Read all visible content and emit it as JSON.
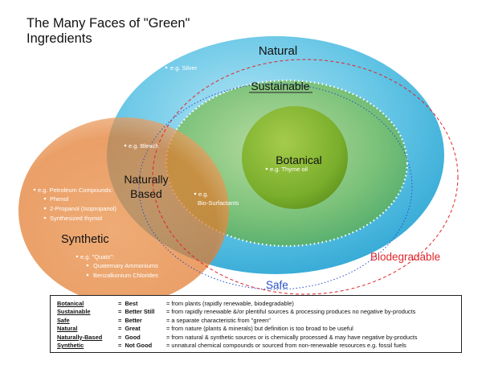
{
  "title": "The Many Faces of \"Green\" Ingredients",
  "colors": {
    "natural": "#3fb4dc",
    "sustainable": "#5eb35b",
    "botanical": "#7fb02e",
    "synthetic": "#e2762a",
    "biodegradable": "#e0252a",
    "safe": "#2a50c8"
  },
  "diagram": {
    "natural_label": "Natural",
    "silver_example": "e.g. Silver",
    "sustainable_label": "Sustainable",
    "botanical_label": "Botanical",
    "thyme_example": "e.g. Thyme oil",
    "bleach_example": "e.g. Bleach",
    "naturally_based_line1": "Naturally",
    "naturally_based_line2": "Based",
    "biosurf_line1": "e.g.",
    "biosurf_line2": "Bio-Surfactants",
    "petroleum_example": "e.g. Petroleum Compounds:",
    "petroleum_items": [
      "Phenol",
      "2-Propanol (Isopropanol)",
      "Synthesized thymol"
    ],
    "synthetic_label": "Synthetic",
    "quats_example": "e.g. \"Quats\":",
    "quats_items": [
      "Quaternary Ammoniums",
      "Benzalkonium  Chlorides"
    ],
    "biodegradable_label": "Biodegradable",
    "safe_label": "Safe"
  },
  "legend": [
    {
      "term": "Botanical",
      "eq": "=",
      "rank": "Best",
      "desc": "= from plants (rapidly renewable, biodegradable)"
    },
    {
      "term": "Sustainable",
      "eq": "=",
      "rank": "Better Still",
      "desc": "= from rapidly renewable &/or plentiful sources & processing produces no negative by-products"
    },
    {
      "term": "Safe",
      "eq": "=",
      "rank": "Better",
      "desc": "= a separate characteristic from \"green\""
    },
    {
      "term": "Natural",
      "eq": "=",
      "rank": "Great",
      "desc": "= from nature (plants & minerals) but definition is too broad to be useful"
    },
    {
      "term": "Naturally-Based",
      "eq": "=",
      "rank": "Good",
      "desc": "= from natural & synthetic sources or is chemically processed & may have negative by-products"
    },
    {
      "term": "Synthetic",
      "eq": "=",
      "rank": "Not Good",
      "desc": "= unnatural chemical compounds or sourced from non-renewable resources e.g. fossil fuels"
    }
  ]
}
